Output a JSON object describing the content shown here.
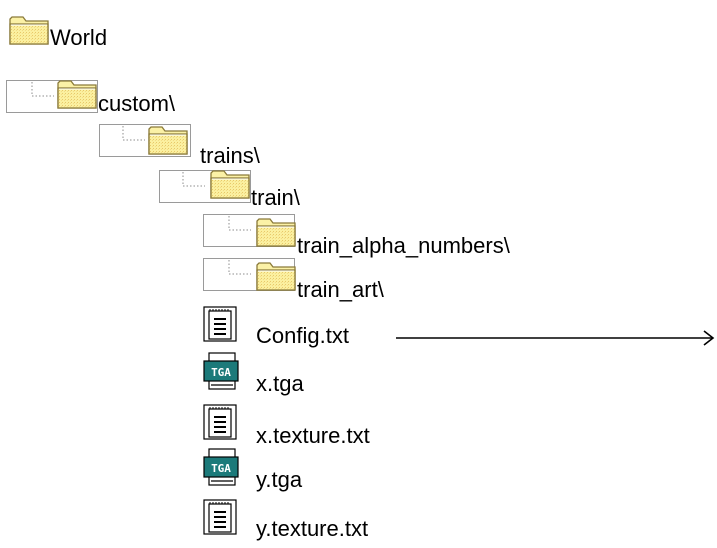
{
  "tree": {
    "root": {
      "label": "World",
      "icon": "folder-icon"
    },
    "custom": {
      "label": "custom\\",
      "icon": "folder-icon"
    },
    "trains": {
      "label": "trains\\",
      "icon": "folder-icon"
    },
    "train": {
      "label": "train\\",
      "icon": "folder-icon"
    },
    "train_alpha_numbers": {
      "label": "train_alpha_numbers\\",
      "icon": "folder-icon"
    },
    "train_art": {
      "label": "train_art\\",
      "icon": "folder-icon"
    },
    "files": [
      {
        "label": "Config.txt",
        "icon": "text-file-icon"
      },
      {
        "label": "x.tga",
        "icon": "tga-file-icon"
      },
      {
        "label": "x.texture.txt",
        "icon": "text-file-icon"
      },
      {
        "label": "y.tga",
        "icon": "tga-file-icon"
      },
      {
        "label": "y.texture.txt",
        "icon": "text-file-icon"
      }
    ]
  },
  "colors": {
    "folder_fill": "#fbf1a6",
    "folder_stroke": "#8a7a3a",
    "tga_teal": "#1c7a7a",
    "box_border": "#9a9a9a",
    "dotted": "#8c8c8c"
  }
}
